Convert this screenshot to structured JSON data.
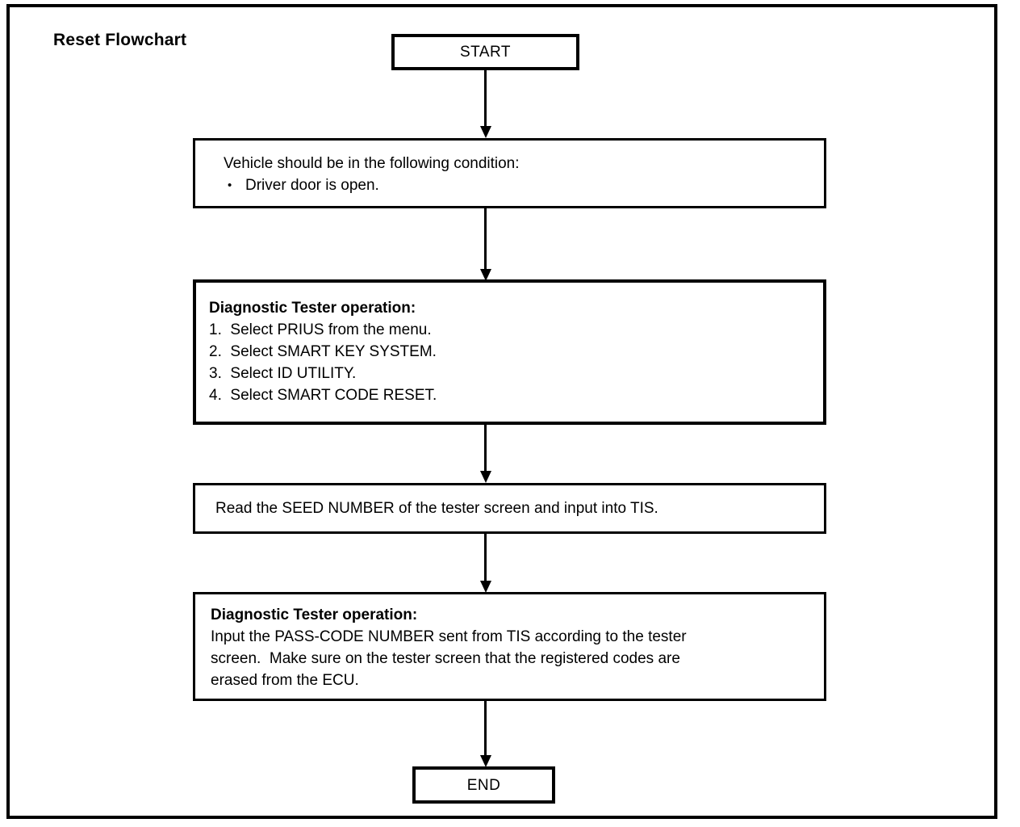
{
  "title": "Reset Flowchart",
  "nodes": {
    "start": {
      "label": "START"
    },
    "vehicle": {
      "line1": "Vehicle should be in the following condition:",
      "bullet": "•",
      "item": "Driver door is open."
    },
    "diag1": {
      "heading": "Diagnostic Tester operation:",
      "items": [
        "1.  Select PRIUS from the menu.",
        "2.  Select SMART KEY SYSTEM.",
        "3.  Select ID UTILITY.",
        "4.  Select SMART CODE RESET."
      ]
    },
    "seed": {
      "text": "Read the SEED NUMBER of the tester screen and input into TIS."
    },
    "diag2": {
      "heading": "Diagnostic Tester operation:",
      "lines": [
        "Input the PASS-CODE NUMBER sent from TIS according to the tester",
        "screen.  Make sure on the tester screen that the registered codes are",
        "erased from the ECU."
      ]
    },
    "end": {
      "label": "END"
    }
  }
}
